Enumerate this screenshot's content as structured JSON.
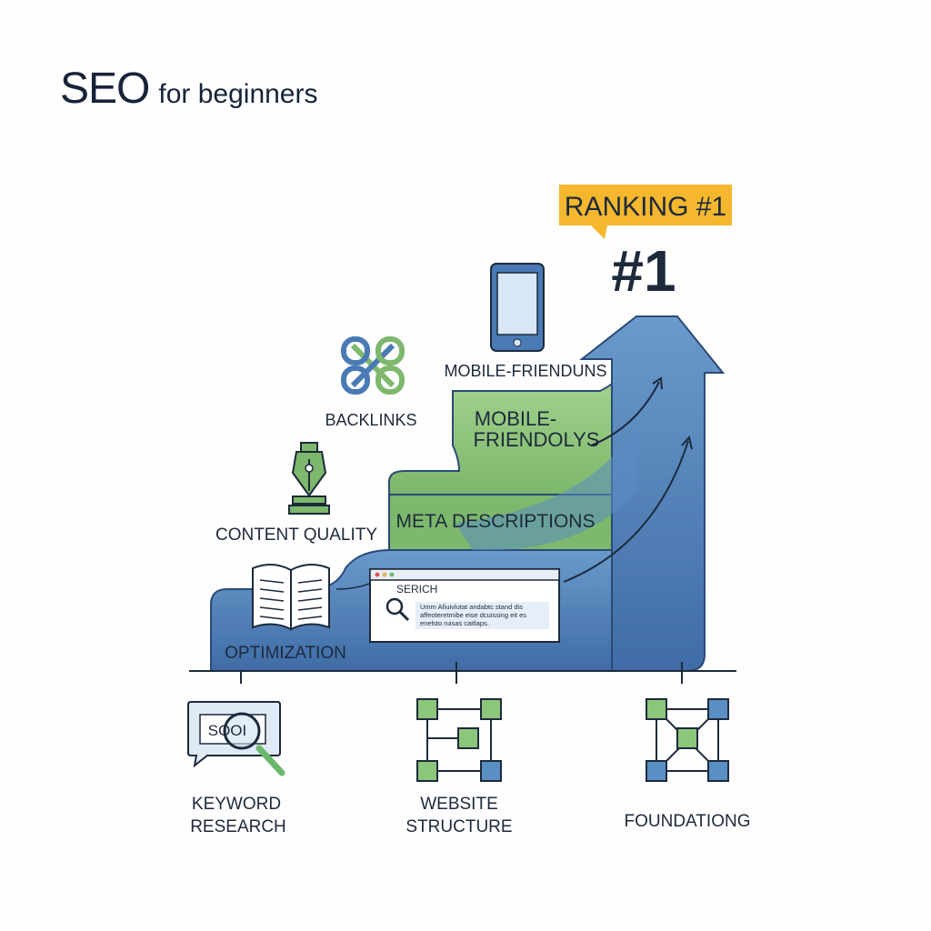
{
  "title": {
    "main": "SEO",
    "sub": "for beginners"
  },
  "ranking": {
    "badge": "RANKING #1",
    "big": "#1"
  },
  "steps": {
    "mobile_top": "MOBILE-FRIENDUNS",
    "mobile_stage_line1": "MOBILE-",
    "mobile_stage_line2": "FRIENDOLYS",
    "meta": "META DESCRIPTIONS",
    "backlinks": "BACKLINKS",
    "content_quality": "CONTENT QUALITY",
    "optimization": "OPTIMIZATION"
  },
  "search_window": {
    "label": "SERICH",
    "lines": [
      "Umm Afiuivlutat andabtc stand dis",
      "affeoteretmibe eise dcuissing eit es",
      "enelsto ruisas caitlaps."
    ]
  },
  "bottom": {
    "keyword_line1": "KEYWORD",
    "keyword_line2": "RESEARCH",
    "keyword_bubble": "SOOI",
    "website_line1": "WEBSITE",
    "website_line2": "STRUCTURE",
    "foundation": "FOUNDATIONG"
  },
  "colors": {
    "navy": "#16233a",
    "blue": "#4a7ab5",
    "blue_light": "#6a9acb",
    "green": "#7db86c",
    "green_light": "#a6d48f",
    "yellow": "#f4b72d",
    "sq_green": "#8cc67a",
    "sq_blue": "#5a8fc4"
  }
}
